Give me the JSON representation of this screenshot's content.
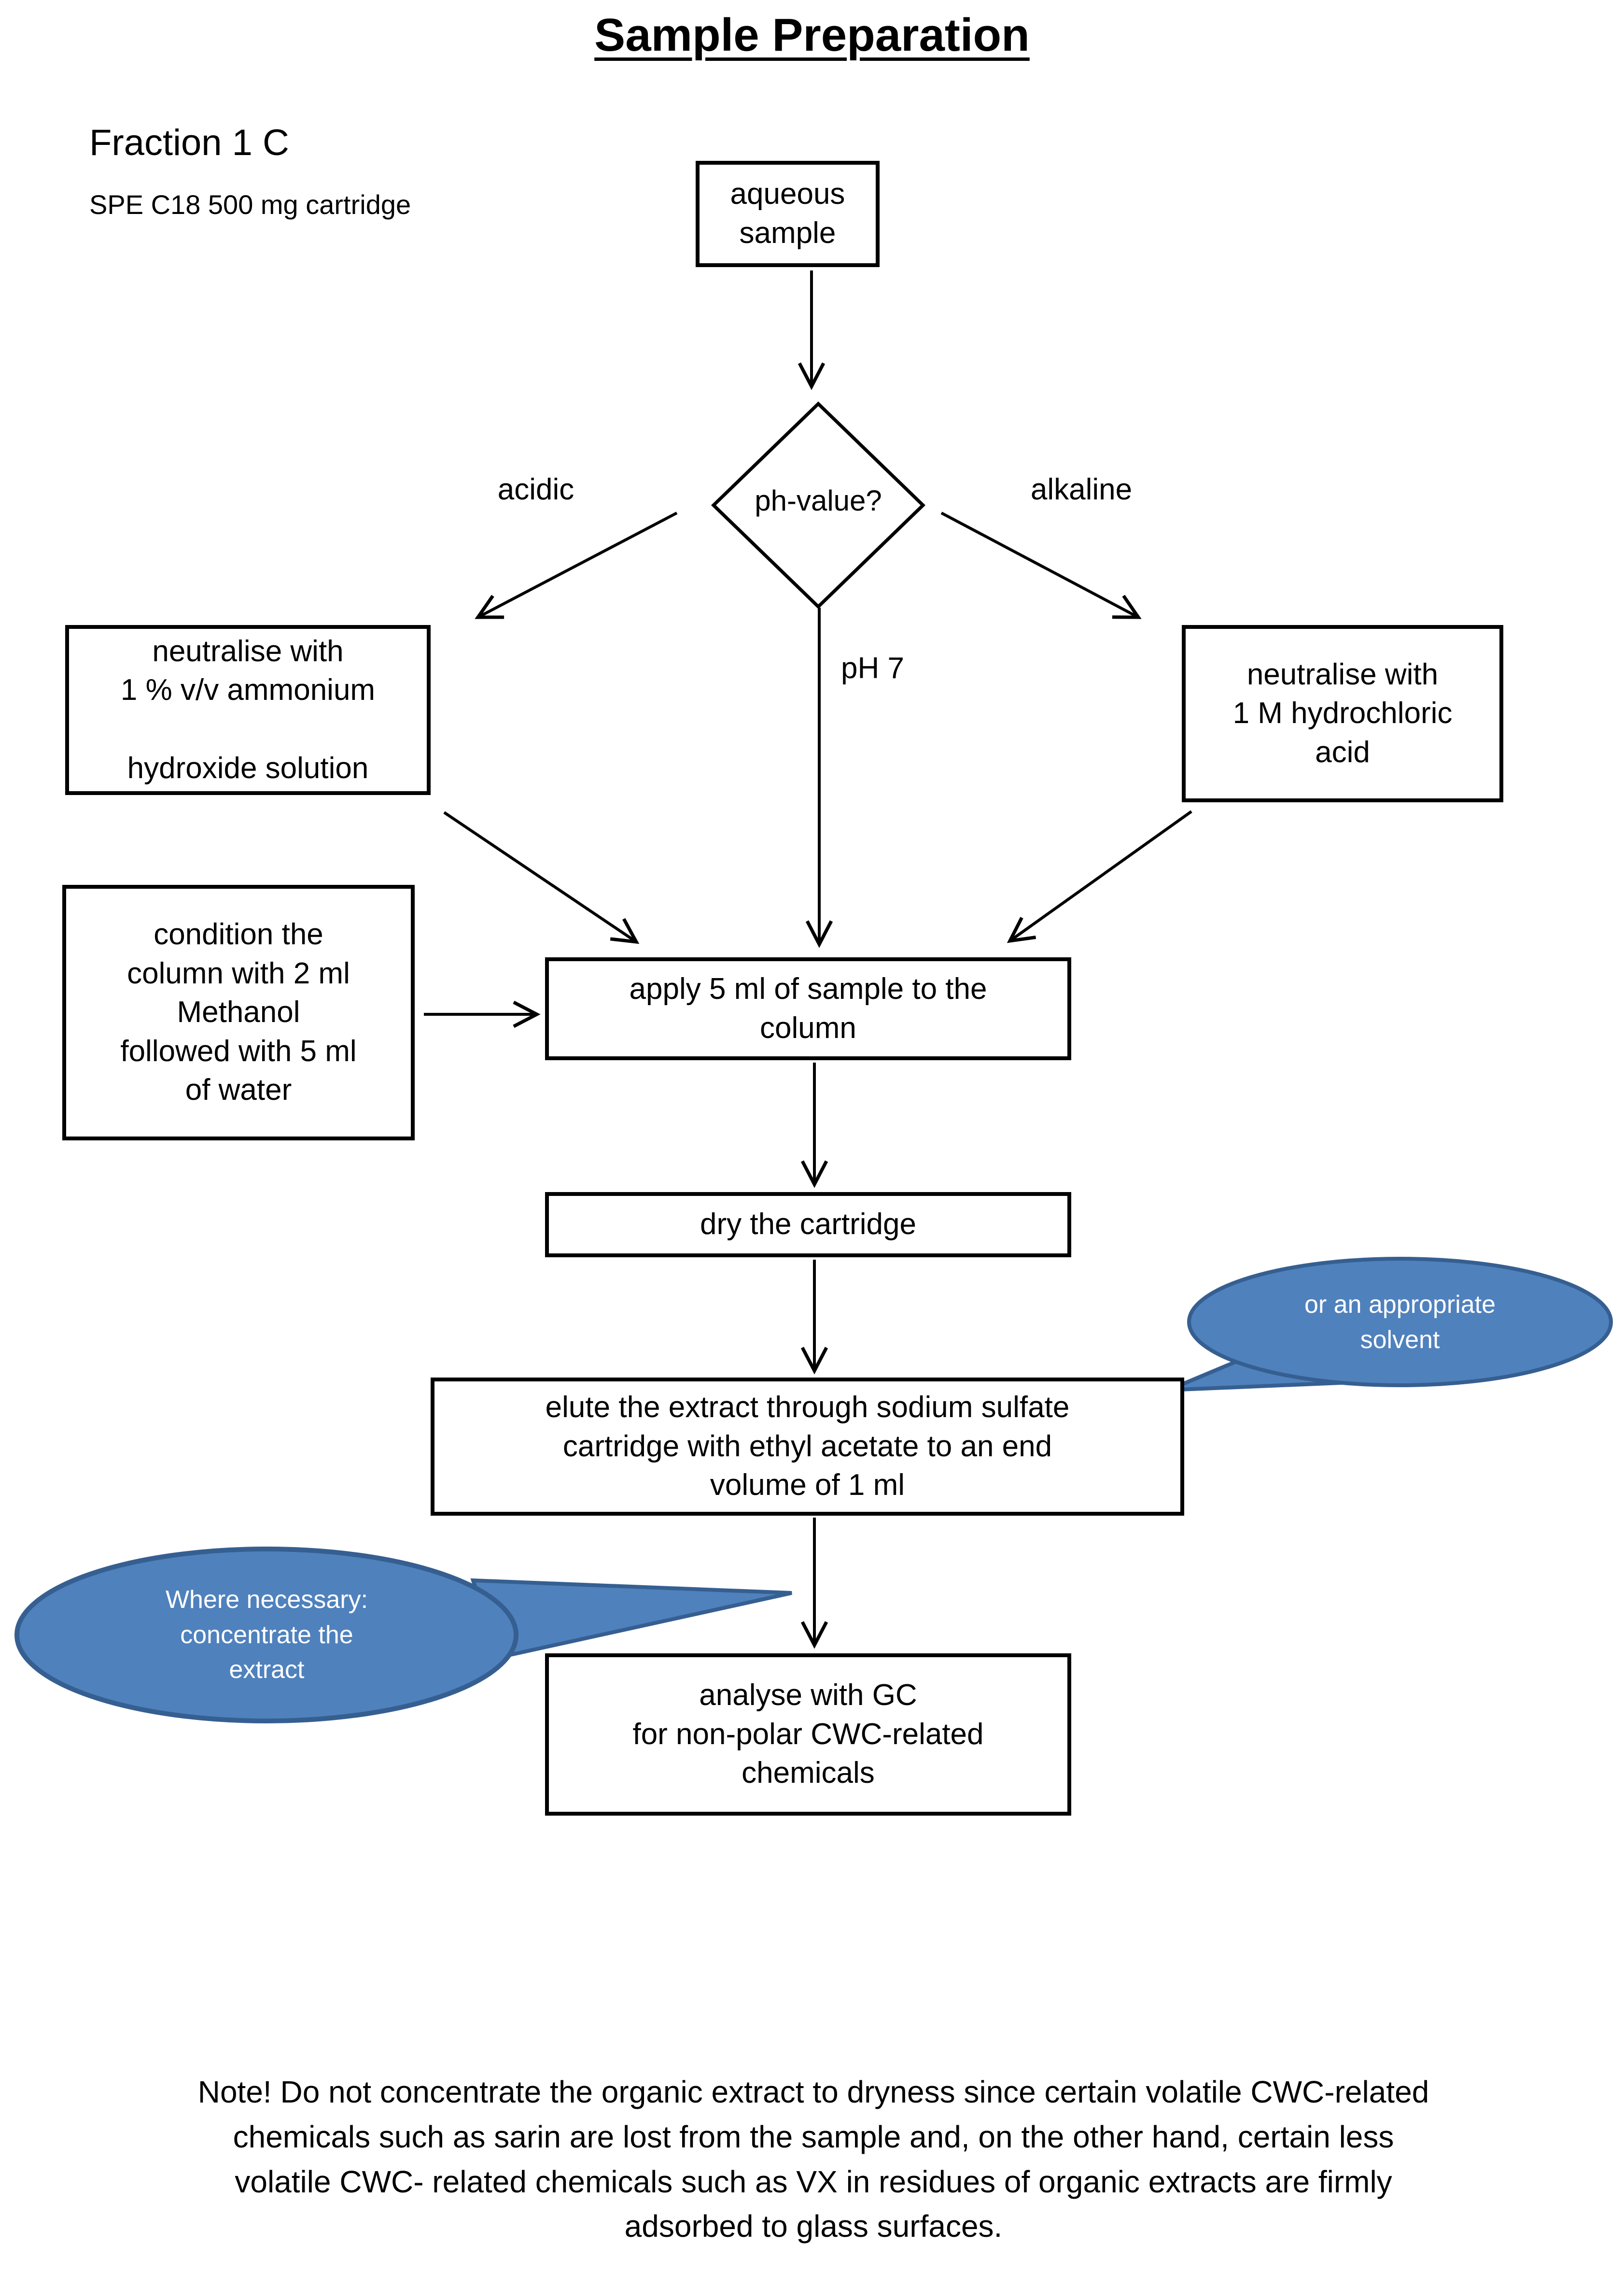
{
  "title": "Sample Preparation",
  "header": {
    "fraction": "Fraction 1 C",
    "cartridge": "SPE C18 500 mg cartridge"
  },
  "nodes": {
    "aqueous_sample": "aqueous\nsample",
    "ph_decision": "ph-value?",
    "neutralise_ammonium": "neutralise with\n1 % v/v ammonium\n\nhydroxide solution",
    "neutralise_hcl": "neutralise with\n1 M hydrochloric\nacid",
    "condition_column": "condition the\ncolumn with 2 ml\nMethanol\nfollowed with 5 ml\nof water",
    "apply_sample": "apply 5 ml of sample to the\ncolumn",
    "dry_cartridge": "dry the cartridge",
    "elute_extract": "elute the extract through sodium sulfate\ncartridge with ethyl acetate to an end\nvolume of 1 ml",
    "analyse_gc": "analyse with GC\nfor non-polar CWC-related\nchemicals"
  },
  "branch_labels": {
    "acidic": "acidic",
    "neutral": "pH 7",
    "alkaline": "alkaline"
  },
  "callouts": {
    "solvent": "or  an appropriate\nsolvent",
    "concentrate": "Where necessary:\nconcentrate the\nextract"
  },
  "note": "Note! Do not concentrate the organic extract to dryness since certain volatile CWC-related\nchemicals such as sarin are lost from the sample and, on the other hand, certain less\nvolatile CWC- related chemicals such as VX in residues of organic extracts are firmly\nadsorbed to glass surfaces.",
  "colors": {
    "callout_fill": "#4f81bd",
    "callout_border": "#365f91",
    "callout_text": "#ffffff",
    "line": "#000000"
  }
}
